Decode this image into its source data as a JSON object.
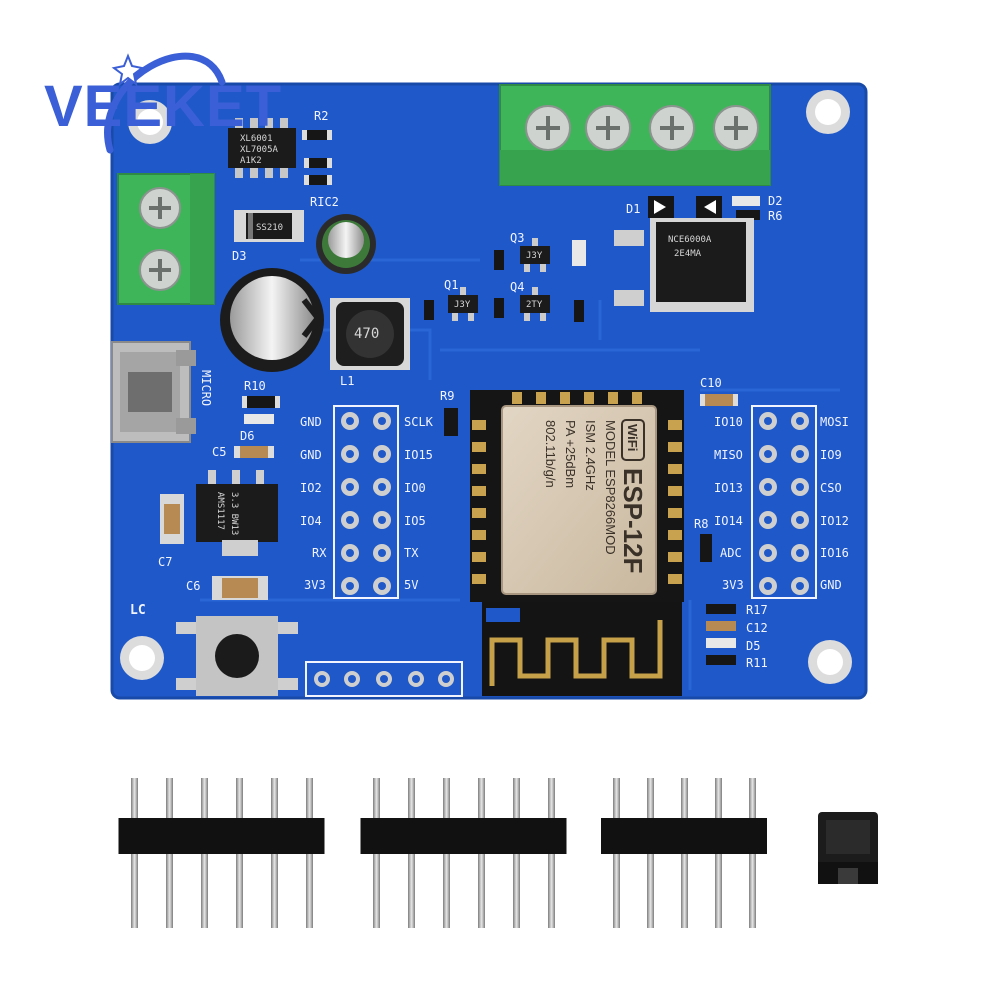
{
  "brand": {
    "logo_text": "VEEKET",
    "logo_color": "#3b5fd6"
  },
  "colors": {
    "pcb": "#1f58c8",
    "pcb_dark": "#174aa9",
    "terminal": "#3fb55a",
    "header_black": "#111111",
    "pin_metal": "#b9b9b9"
  },
  "board": {
    "left_header_labels": [
      "GND",
      "GND",
      "IO2",
      "IO4",
      "RX",
      "3V3"
    ],
    "mid_header_labels": [
      "SCLK",
      "IO15",
      "IO0",
      "IO5",
      "TX",
      "5V"
    ],
    "right_header_left_labels": [
      "IO10",
      "MISO",
      "IO13",
      "IO14",
      "ADC",
      "3V3"
    ],
    "right_header_right_labels": [
      "MOSI",
      "IO9",
      "CSO",
      "IO12",
      "IO16",
      "GND"
    ],
    "component_labels": {
      "r2": "R2",
      "ric2": "RIC2",
      "d3": "D3",
      "d1": "D1",
      "d2": "D2",
      "r6": "R6",
      "q3": "Q3",
      "q1": "Q1",
      "q4": "Q4",
      "l1": "L1",
      "r10": "R10",
      "d6": "D6",
      "c5": "C5",
      "c7": "C7",
      "c6": "C6",
      "r9": "R9",
      "c10": "C10",
      "r8": "R8",
      "r17": "R17",
      "c12": "C12",
      "d5": "D5",
      "r11": "R11",
      "micro": "MICRO",
      "lc": "LC"
    },
    "chip_marks": {
      "u1": [
        "XL6001",
        "XL7005A",
        "A1K2"
      ],
      "d3_diode": "SS210",
      "inductor": "470",
      "ams": [
        "AMS1117",
        "3.3 BW13"
      ],
      "mosfet": [
        "NCE6000A",
        "2E4MA"
      ],
      "q3": "J3Y",
      "q1": "J3Y",
      "q4": "2TY"
    },
    "module": {
      "wifi_badge": "WiFi",
      "title": "ESP-12F",
      "lines": [
        "MODEL  ESP8266MOD",
        "ISM  2.4GHz",
        "PA  +25dBm",
        "802.11b/g/n"
      ]
    }
  },
  "accessories": {
    "header_strip_1_pins": 6,
    "header_strip_2_pins": 6,
    "header_strip_3_pins": 5,
    "jumper_count": 1
  }
}
